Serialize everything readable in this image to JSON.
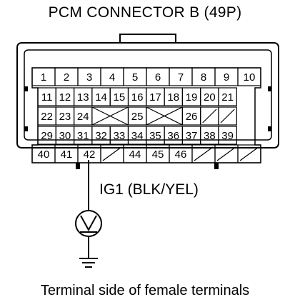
{
  "title": "PCM CONNECTOR B (49P)",
  "wire_label": "IG1 (BLK/YEL)",
  "caption": "Terminal side of female terminals",
  "rows": [
    [
      "1",
      "2",
      "3",
      "4",
      "5",
      "6",
      "7",
      "8",
      "9",
      "10"
    ],
    [
      "11",
      "12",
      "13",
      "14",
      "15",
      "16",
      "17",
      "18",
      "19",
      "20",
      "21"
    ],
    [
      "22",
      "23",
      "24",
      "X",
      "",
      "25",
      "X",
      "",
      "26",
      "/",
      "/"
    ],
    [
      "29",
      "30",
      "31",
      "32",
      "33",
      "34",
      "35",
      "36",
      "37",
      "38",
      "39"
    ],
    [
      "40",
      "41",
      "42",
      "/",
      "44",
      "45",
      "46",
      "/",
      "/",
      "/"
    ]
  ],
  "measured_terminal": "42",
  "meter_icon": "voltmeter-icon",
  "ground_icon": "ground-icon"
}
